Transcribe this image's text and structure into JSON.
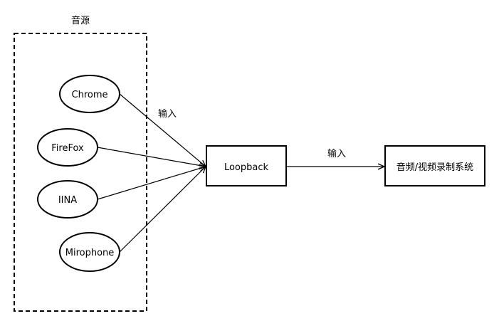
{
  "group": {
    "label": "音源"
  },
  "sources": [
    {
      "id": "chrome",
      "label": "Chrome"
    },
    {
      "id": "firefox",
      "label": "FireFox"
    },
    {
      "id": "iina",
      "label": "IINA"
    },
    {
      "id": "mirophone",
      "label": "Mirophone"
    }
  ],
  "edges": {
    "input_label_1": "输入",
    "input_label_2": "输入"
  },
  "loopback": {
    "label": "Loopback"
  },
  "system": {
    "label": "音频/视频录制系统"
  },
  "colors": {
    "stroke": "#000000",
    "background": "#ffffff"
  }
}
